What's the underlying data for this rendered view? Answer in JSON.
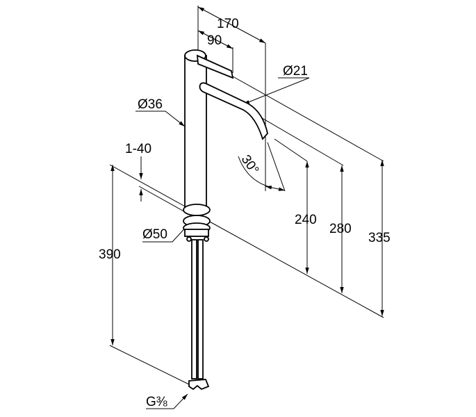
{
  "drawing": {
    "title": "Basin mixer dimension drawing",
    "dimensions": {
      "spout_reach": "170",
      "handle_reach": "90",
      "spout_diameter": "Ø21",
      "body_diameter": "Ø36",
      "deck_thickness": "1-40",
      "spout_angle": "30°",
      "base_diameter": "Ø50",
      "spout_outlet_height": "240",
      "spout_top_height": "280",
      "total_height": "335",
      "hose_length": "390",
      "connection_thread": "G⅜"
    }
  }
}
